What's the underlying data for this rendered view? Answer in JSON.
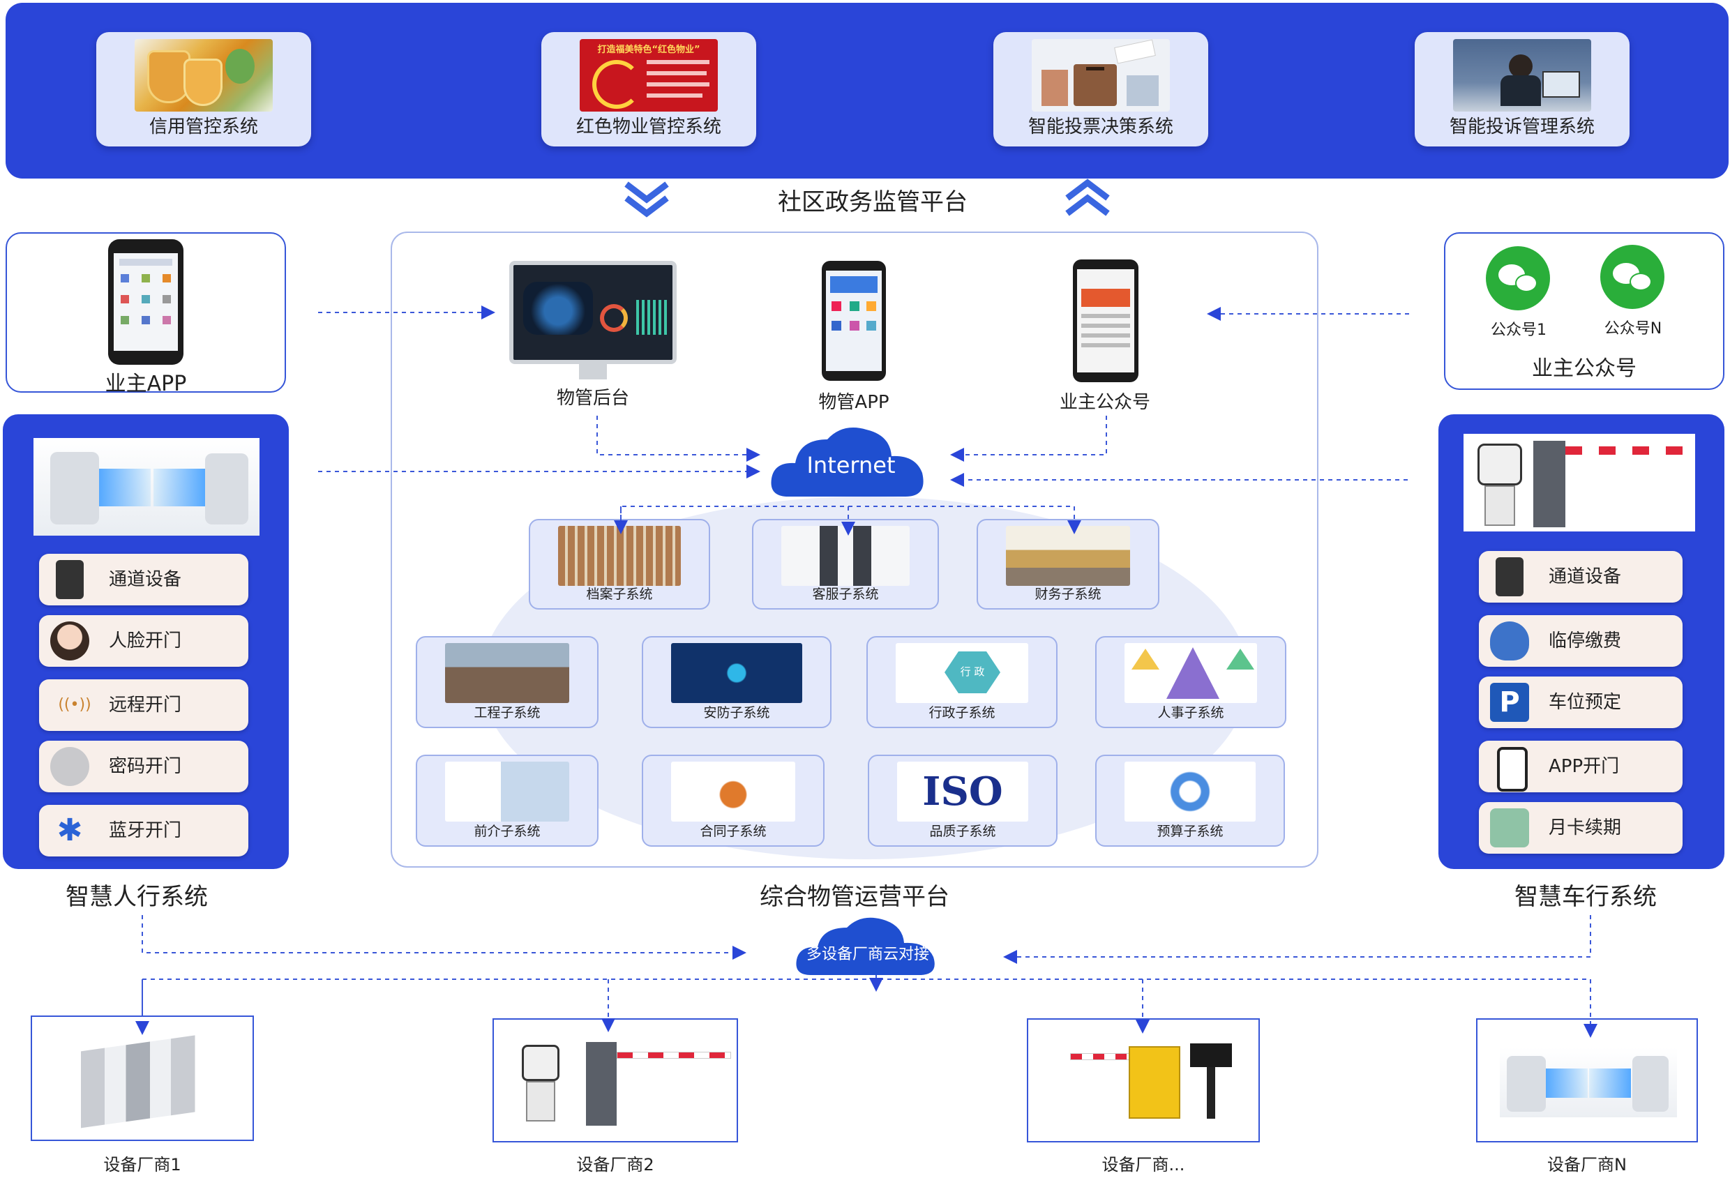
{
  "top": {
    "systems": [
      {
        "label": "信用管控系统",
        "icon": "credit-shield-photo"
      },
      {
        "label": "红色物业管控系统",
        "icon": "red-party-poster",
        "poster_text": "打造福美特色“红色物业”"
      },
      {
        "label": "智能投票决策系统",
        "icon": "ballot-box-photo"
      },
      {
        "label": "智能投诉管理系统",
        "icon": "office-worker-photo"
      }
    ],
    "platform_title": "社区政务监管平台"
  },
  "owner_app": {
    "label": "业主APP",
    "icon": "smartphone-icon"
  },
  "owner_wechat": {
    "accounts": [
      {
        "label": "公众号1"
      },
      {
        "label": "公众号N"
      }
    ],
    "title": "业主公众号"
  },
  "center": {
    "devices": [
      {
        "label": "物管后台",
        "icon": "monitor-dashboard"
      },
      {
        "label": "物管APP",
        "icon": "phone-app"
      },
      {
        "label": "业主公众号",
        "icon": "phone-wechat"
      }
    ],
    "cloud_label": "Internet",
    "subsystems_row1": [
      {
        "label": "档案子系统"
      },
      {
        "label": "客服子系统"
      },
      {
        "label": "财务子系统"
      }
    ],
    "subsystems_row2": [
      {
        "label": "工程子系统"
      },
      {
        "label": "安防子系统"
      },
      {
        "label": "行政子系统",
        "inner_text": "行 政"
      },
      {
        "label": "人事子系统"
      }
    ],
    "subsystems_row3": [
      {
        "label": "前介子系统"
      },
      {
        "label": "合同子系统"
      },
      {
        "label": "品质子系统",
        "inner_text": "ISO"
      },
      {
        "label": "预算子系统"
      }
    ],
    "title": "综合物管运营平台"
  },
  "pedestrian": {
    "items": [
      {
        "label": "通道设备",
        "icon": "access-device-icon"
      },
      {
        "label": "人脸开门",
        "icon": "face-icon"
      },
      {
        "label": "远程开门",
        "icon": "signal-icon",
        "glyph": "((•))"
      },
      {
        "label": "密码开门",
        "icon": "keypad-icon"
      },
      {
        "label": "蓝牙开门",
        "icon": "bluetooth-icon",
        "glyph": "✱"
      }
    ],
    "title": "智慧人行系统"
  },
  "vehicle": {
    "items": [
      {
        "label": "通道设备",
        "icon": "access-device-icon"
      },
      {
        "label": "临停缴费",
        "icon": "money-bag-icon"
      },
      {
        "label": "车位预定",
        "icon": "parking-icon",
        "glyph": "P"
      },
      {
        "label": "APP开门",
        "icon": "phone-tap-icon"
      },
      {
        "label": "月卡续期",
        "icon": "meeting-icon"
      }
    ],
    "title": "智慧车行系统"
  },
  "cloud_vendor": {
    "label": "多设备厂商云对接"
  },
  "vendors": [
    {
      "label": "设备厂商1"
    },
    {
      "label": "设备厂商2"
    },
    {
      "label": "设备厂商..."
    },
    {
      "label": "设备厂商N"
    }
  ],
  "colors": {
    "primary": "#2a45d8",
    "card": "#dfe5fb",
    "pill": "#f8efea",
    "wechat": "#2aae3a",
    "red_bar": "#e0263a"
  }
}
